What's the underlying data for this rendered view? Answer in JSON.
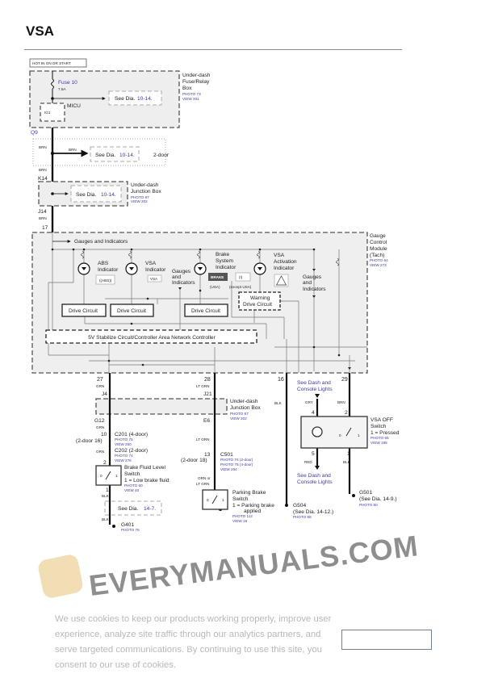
{
  "page": {
    "title": "VSA"
  },
  "top": {
    "hot": "HOT IN ON OR START",
    "fuse": "Fuse 10",
    "amp": "7.5A",
    "see": "See Dia.",
    "dia1014": "10-14.",
    "micu": "MICU",
    "ig1": "IG1",
    "fusebox": [
      "Under-dash",
      "Fuse/Relay",
      "Box"
    ],
    "fusebox_photo": "PHOTO 73",
    "fusebox_view": "VIEW 301",
    "q9": "Q9",
    "brn": "BRN",
    "two_door": "2-door",
    "k14": "K14",
    "jbox": [
      "Under-dash",
      "Junction Box"
    ],
    "jbox_photo": "PHOTO 87",
    "jbox_view": "VIEW 302",
    "j14": "J14",
    "pin17": "17"
  },
  "gauge": {
    "gauges_indicators": "Gauges and Indicators",
    "gi_lines": [
      "Gauges",
      "and",
      "Indicators"
    ],
    "abs": [
      "ABS",
      "Indicator"
    ],
    "vsa": [
      "VSA",
      "Indicator"
    ],
    "vsa_icon": "VSA",
    "brake": [
      "Brake",
      "System",
      "Indicator"
    ],
    "brake_icon": "BRAKE",
    "brake_icon2": "(!)",
    "usa": "(USA)",
    "except_usa": "(except USA)",
    "vsa_act": [
      "VSA",
      "Activation",
      "Indicator"
    ],
    "drive": "Drive Circuit",
    "warning": [
      "Warning",
      "Drive Circuit"
    ],
    "can": "5V Stabilize Circuit/Controller Area Network Controller",
    "module": [
      "Gauge",
      "Control",
      "Module",
      "(Tach)"
    ],
    "module_photo": "PHOTO 64",
    "module_view": "VIEW 273"
  },
  "bottom": {
    "p27": "27",
    "grn": "GRN",
    "j4": "J4",
    "g12": "G12",
    "jbox": [
      "Under-dash",
      "Junction Box"
    ],
    "jbox_photo": "PHOTO 87",
    "jbox_view": "VIEW 302",
    "p10": "10",
    "c201": "C201 (4-door)",
    "two16": "(2-door 16)",
    "c201_photo": "PHOTO 75",
    "c201_view": "VIEW 250",
    "orn": "ORN",
    "c202": "C202 (2-door)",
    "c202_photo": "PHOTO 74",
    "c202_view": "VIEW 276",
    "p2": "2",
    "bfl": [
      "Brake Fluid Level",
      "Switch",
      "1 = Low brake fluid"
    ],
    "bfl_photo": "PHOTO 60",
    "bfl_view": "VIEW 40",
    "p1": "1",
    "blk": "BLK",
    "dia147": "14-7.",
    "g401": "G401",
    "g401_photo": "PHOTO 76",
    "p28": "28",
    "ltgrn": "LT GRN",
    "j21": "J21",
    "e6": "E6",
    "p13": "13",
    "c501": "C501",
    "two18": "(2-door 18)",
    "c501_photo1": "PHOTO 74 (2-door)",
    "c501_photo2": "PHOTO 75 (4-door)",
    "c501_view": "VIEW 264",
    "orn_or": "ORN or",
    "pbs": [
      "Parking Brake",
      "Switch",
      "1 = Parking brake",
      "applied"
    ],
    "pbs_photo": "PHOTO 112",
    "pbs_view": "VIEW 18",
    "p16": "16",
    "g504": "G504",
    "dia1412": "14-12.",
    "g504_photo": "PHOTO 88",
    "dash": [
      "See Dash and",
      "Console Lights"
    ],
    "gry": "GRY",
    "p4": "4",
    "p29": "29",
    "p5": "5",
    "red": "RED",
    "vsaoff": [
      "VSA OFF",
      "Switch",
      "1 = Pressed"
    ],
    "vsaoff_photo": "PHOTO 65",
    "vsaoff_view": "VIEW 198",
    "g501": "G501",
    "dia149": "14-9.",
    "g501_photo": "PHOTO 80",
    "sw0": "0",
    "sw1": "1"
  },
  "watermark": "EVERYMANUALS.COM",
  "cookie": {
    "text": "We use cookies to keep our products working properly, improve user experience, analyze site traffic through our analytics partners, and serve targeted communications. By continuing to use this site, you consent to our use of cookies."
  }
}
